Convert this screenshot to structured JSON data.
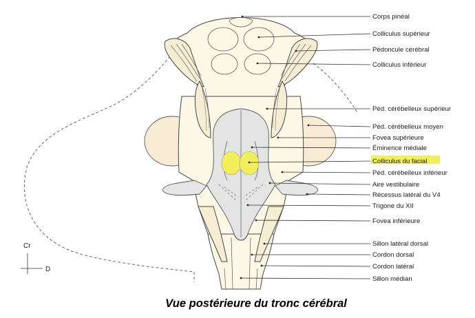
{
  "title": "Vue postérieure du tronc cérébral",
  "orientation": {
    "cranial": "Cr",
    "dorsal": "D"
  },
  "highlight_color": "#f2ef5a",
  "labels": [
    "Corps pinéal",
    "Colliculus supérieur",
    "Pédoncule cérébral",
    "Colliculus inférieur",
    "Péd. cérébelleux supérieur",
    "Péd. cérébelleux moyen",
    "Fovea supérieure",
    "Éminence médiale",
    "Colliculus du facial",
    "Péd. cérébelleux inférieur",
    "Aire vestibulaire",
    "Récessus latéral du V4",
    "Trigone du XII",
    "Fovea inférieure",
    "Sillon latéral dorsal",
    "Cordon dorsal",
    "Cordon latéral",
    "Sillon médian"
  ],
  "highlighted_label": "Colliculus du facial"
}
